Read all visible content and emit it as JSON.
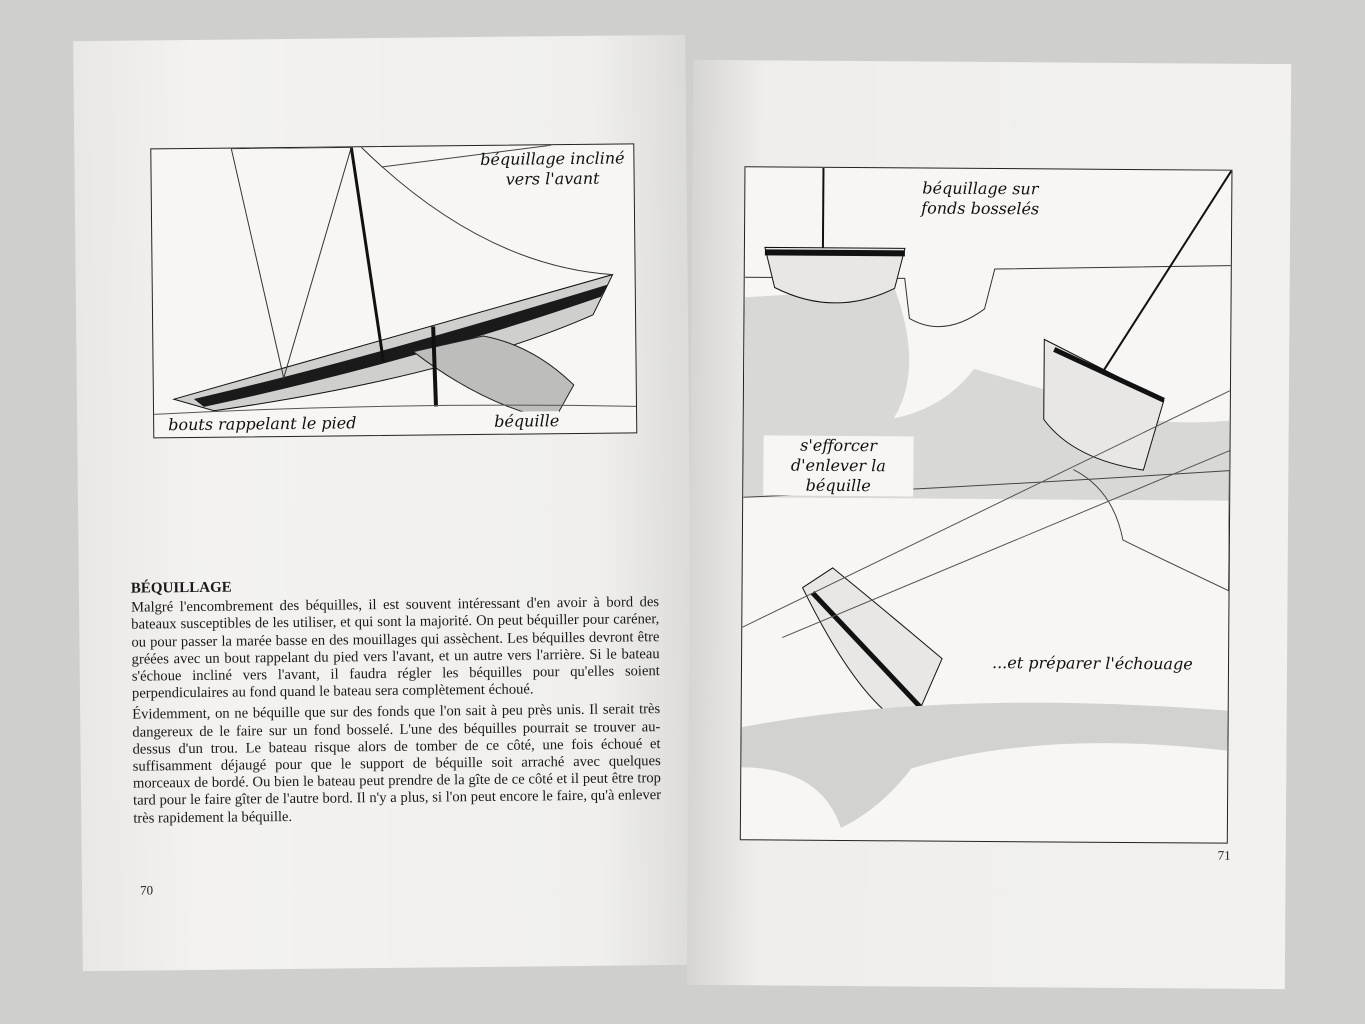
{
  "left_page": {
    "illustration": {
      "captions": {
        "top_right": "béquillage incliné vers l'avant",
        "bottom_left": "bouts rappelant le pied",
        "bottom_right": "béquille"
      }
    },
    "heading": "BÉQUILLAGE",
    "paragraphs": [
      "Malgré l'encombrement des béquilles, il est souvent intéressant d'en avoir à bord des bateaux susceptibles de les utiliser, et qui sont la majorité. On peut béquiller pour caréner, ou pour passer la marée basse en des mouillages qui assèchent. Les béquilles devront être gréées avec un bout rappelant du pied vers l'avant, et un autre vers l'arrière. Si le bateau s'échoue incliné vers l'avant, il faudra régler les béquilles pour qu'elles soient perpendiculaires au fond quand le bateau sera complètement échoué.",
      "Évidemment, on ne béquille que sur des fonds que l'on sait à peu près unis. Il serait très dangereux de le faire sur un fond bosselé. L'une des béquilles pourrait se trouver au-dessus d'un trou. Le bateau risque alors de tomber de ce côté, une fois échoué et suffisamment déjaugé pour que le support de béquille soit arraché avec quelques morceaux de bordé. Ou bien le bateau peut prendre de la gîte de ce côté et il peut être trop tard pour le faire gîter de l'autre bord. Il n'y a plus, si l'on peut encore le faire, qu'à enlever très rapidement la béquille."
    ],
    "page_number": "70"
  },
  "right_page": {
    "illustration": {
      "captions": {
        "top": "béquillage sur fonds bosselés",
        "middle": "s'efforcer d'enlever la béquille",
        "bottom": "...et préparer l'échouage"
      }
    },
    "page_number": "71"
  }
}
